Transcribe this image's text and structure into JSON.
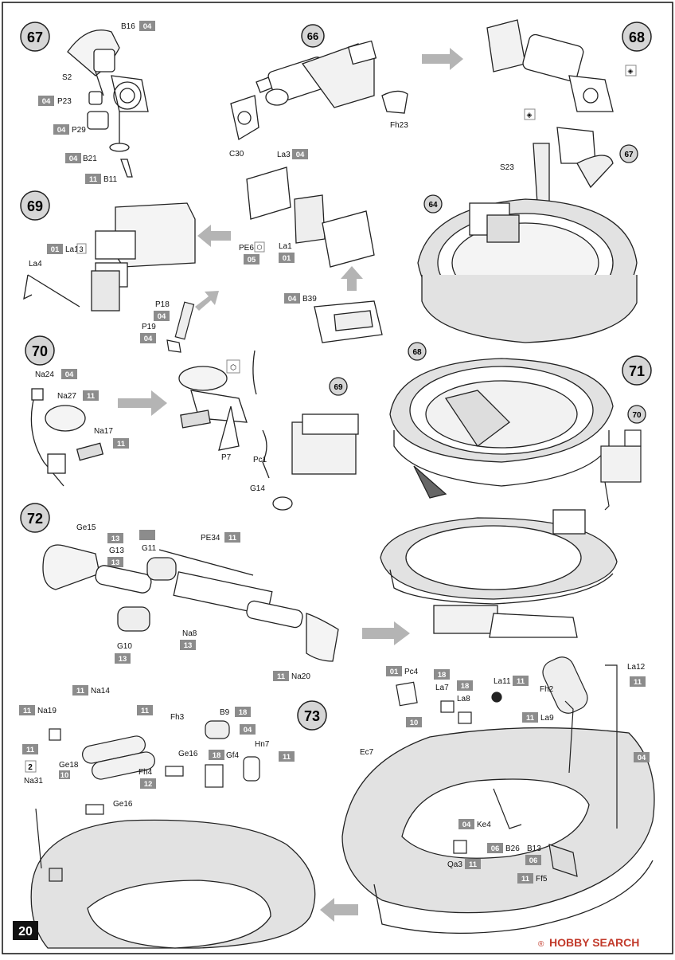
{
  "page_number": "20",
  "colors": {
    "sprue_box": "#8c8c8c",
    "arrow": "#b4b4b4",
    "step_circle": "#d6d6d6",
    "ink": "#222222",
    "hull_fill": "#e2e2e2"
  },
  "watermark": {
    "text": "HOBBY SEARCH",
    "icon": "registered-mark"
  },
  "steps": [
    "67",
    "66",
    "68",
    "69",
    "70",
    "71",
    "72",
    "73"
  ],
  "subassembly_refs": {
    "s68_ref67": "67",
    "s68_ref64": "64",
    "s71_ref68": "68",
    "s71_ref70": "70",
    "s70_ref69": "69"
  },
  "sprues": {
    "b16": "04",
    "p23": "04",
    "p29": "04",
    "b21": "04",
    "b11": "11",
    "la3": "04",
    "la1_right": "01",
    "pe6": "05",
    "la1_left": "01",
    "b39": "04",
    "p18": "04",
    "p19": "04",
    "na24": "04",
    "na27": "11",
    "na17": "11",
    "g15": "13",
    "g13": "13",
    "pe34": "11",
    "g10": "13",
    "na8": "13",
    "na20": "11",
    "na14": "11",
    "na19": "11",
    "fh3": "11",
    "b9": "18",
    "gf4": "18",
    "hn7_a": "04",
    "hn7_b": "11",
    "na31": "11",
    "ge18": "10",
    "fh4": "12",
    "pc4": "01",
    "la7": "18",
    "la8": "18",
    "la11": "11",
    "la12": "11",
    "la9": "11",
    "pc4_b": "10",
    "ec7": "04",
    "ke4": "04",
    "b26": "06",
    "b13": "06",
    "qa3": "11",
    "f5": "11"
  },
  "labels": {
    "b16": "B16",
    "s2": "S2",
    "p23": "P23",
    "p29": "P29",
    "b21": "B21",
    "b11": "B11",
    "c30": "C30",
    "fh23": "Fh23",
    "s23": "S23",
    "la4": "La4",
    "la1_left": "La1",
    "la3": "La3",
    "la1_right": "La1",
    "pe6": "PE6",
    "b39": "B39",
    "p18": "P18",
    "p19": "P19",
    "na24": "Na24",
    "na27": "Na27",
    "na17": "Na17",
    "p7": "P7",
    "pc1": "Pc1",
    "g14": "G14",
    "ge15": "Ge15",
    "g13": "G13",
    "g11": "G11",
    "pe34": "PE34",
    "g10": "G10",
    "na8": "Na8",
    "na20": "Na20",
    "na14": "Na14",
    "na19": "Na19",
    "fh3": "Fh3",
    "b9": "B9",
    "gf4": "Gf4",
    "hn7": "Hn7",
    "ge16_a": "Ge16",
    "ge16_b": "Ge16",
    "ge18": "Ge18",
    "na31": "Na31",
    "fh4": "Fh4",
    "pc4": "Pc4",
    "la7": "La7",
    "la8": "La8",
    "la11": "La11",
    "fh2": "Fh2",
    "la12": "La12",
    "la9": "La9",
    "ec7": "Ec7",
    "ke4": "Ke4",
    "b26": "B26",
    "b13": "B13",
    "qa3": "Qa3",
    "f5": "Ff5"
  },
  "marks": {
    "pe_photoetch": "⬡",
    "clear_part": "◈",
    "decal_3": "3",
    "decal_2": "2"
  }
}
